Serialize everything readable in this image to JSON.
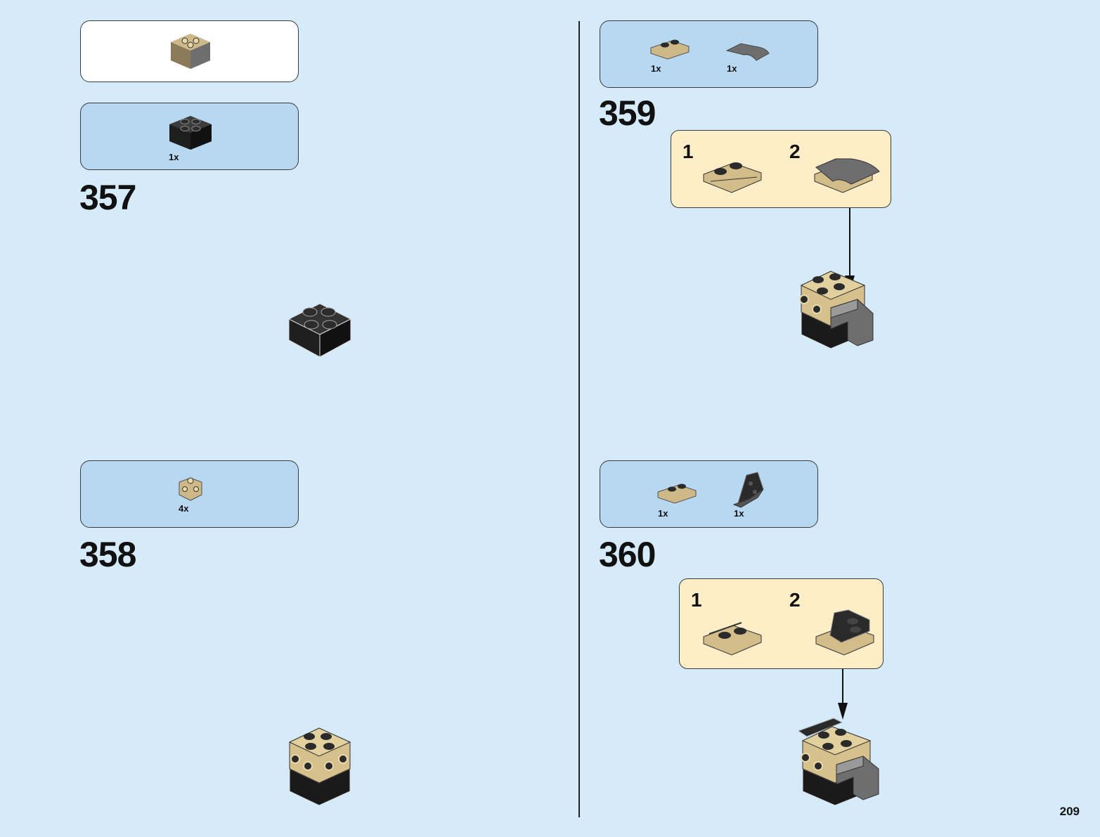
{
  "page": {
    "number": "209"
  },
  "steps": [
    {
      "number": "357",
      "parts": [
        {
          "qty": "1x",
          "part": "black-2x2-brick"
        }
      ]
    },
    {
      "number": "358",
      "parts": [
        {
          "qty": "4x",
          "part": "tan-1x1-brick-with-studs-on-sides"
        }
      ]
    },
    {
      "number": "359",
      "parts": [
        {
          "qty": "1x",
          "part": "tan-1x2-plate-with-rail"
        },
        {
          "qty": "1x",
          "part": "dark-gray-curved-tile"
        }
      ],
      "substeps": [
        "1",
        "2"
      ]
    },
    {
      "number": "360",
      "parts": [
        {
          "qty": "1x",
          "part": "tan-1x2-plate"
        },
        {
          "qty": "1x",
          "part": "black-slope-wedge"
        }
      ],
      "substeps": [
        "1",
        "2"
      ]
    }
  ],
  "colors": {
    "background": "#d5ebf9",
    "parts_box": "#b8d7f1",
    "subassembly_box": "#fdeec8",
    "tan": "#d8c491",
    "black": "#2a2a2a",
    "dark_gray": "#6b6b6b"
  }
}
